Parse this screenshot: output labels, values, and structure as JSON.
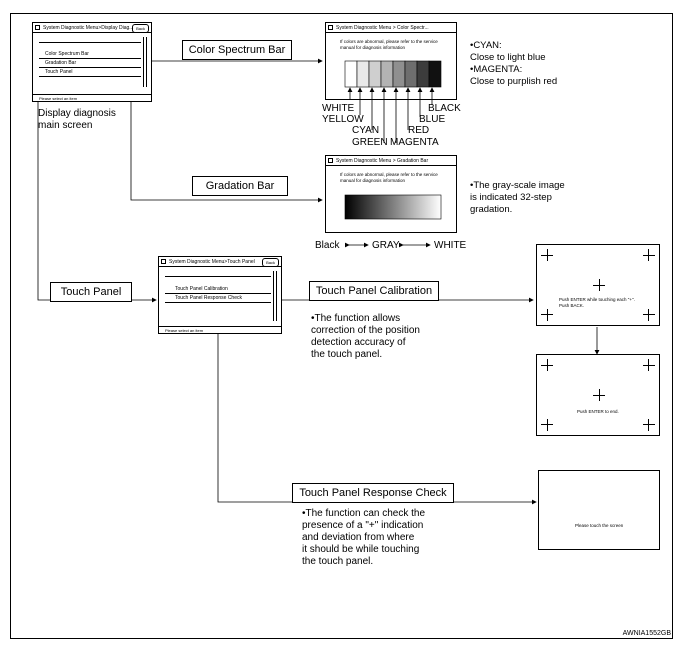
{
  "main_screen": {
    "title": "System Diagnostic Menu>Display Diag...",
    "back": "Back",
    "items": [
      "Color Spectrum Bar",
      "Gradation Bar",
      "Touch Panel"
    ],
    "footer": "Please select an item",
    "caption": "Display diagnosis\nmain screen"
  },
  "labels": {
    "color_spectrum": "Color Spectrum Bar",
    "gradation": "Gradation Bar",
    "touch_panel": "Touch Panel",
    "calibration": "Touch Panel Calibration",
    "response": "Touch Panel Response Check"
  },
  "color_screen": {
    "title": "System Diagnostic Menu > Color Spectr...",
    "text": "If colors are abnormal, please refer to the service manual for diagnosis information",
    "bars": [
      "WHITE",
      "YELLOW",
      "CYAN",
      "GREEN",
      "MAGENTA",
      "RED",
      "BLUE",
      "BLACK"
    ],
    "note": "•CYAN:\nClose to light blue\n•MAGENTA:\nClose to purplish red"
  },
  "gradation_screen": {
    "title": "System Diagnostic Menu > Gradation Bar",
    "text": "If colors are abnormal, please refer to the service manual for diagnosis information",
    "note": "•The gray-scale image\nis indicated 32-step\ngradation.",
    "scale_black": "Black",
    "scale_gray": "GRAY",
    "scale_white": "WHITE"
  },
  "touch_screen": {
    "title": "System Diagnostic Menu>Touch Panel",
    "back": "Back",
    "items": [
      "Touch Panel Calibration",
      "Touch Panel Response Check"
    ],
    "footer": "Please select an item"
  },
  "calibration": {
    "note": "•The function allows\ncorrection of the position\ndetection accuracy of\nthe touch panel.",
    "screen1_text": "Push ENTER while touching each \"+\".\nPush BACK.",
    "screen2_text": "Push ENTER to end."
  },
  "response": {
    "note": "•The function can check the\npresence of a \"+\" indication\nand deviation from where\nit should be while touching\nthe touch panel.",
    "screen_text": "Please touch the screen"
  },
  "figure_code": "AWNIA1552GB"
}
